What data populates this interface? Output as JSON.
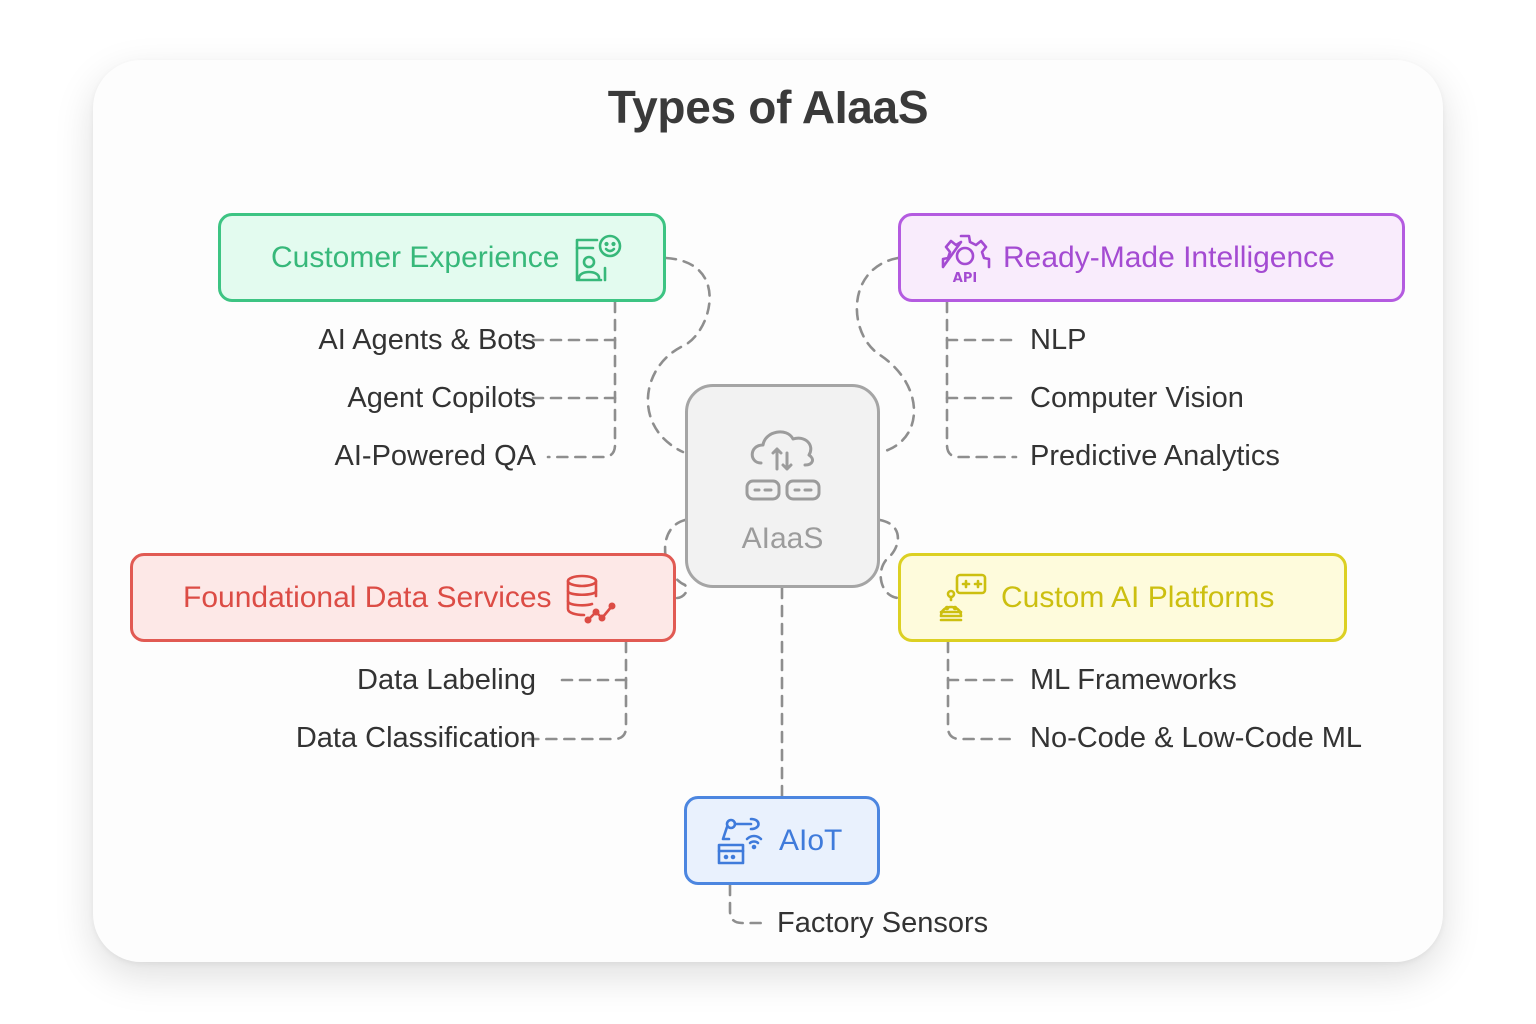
{
  "title": "Types of AIaaS",
  "hub": {
    "label": "AIaaS",
    "icon": "cloud-server-icon",
    "color": "#9c9c9c"
  },
  "categories": [
    {
      "id": "customer_experience",
      "label": "Customer Experience",
      "icon": "customer-support-icon",
      "color": "#37b87a",
      "items": [
        "AI Agents & Bots",
        "Agent Copilots",
        "AI-Powered QA"
      ]
    },
    {
      "id": "ready_made_intelligence",
      "label": "Ready-Made Intelligence",
      "icon": "api-gear-icon",
      "color": "#a44bd2",
      "items": [
        "NLP",
        "Computer Vision",
        "Predictive Analytics"
      ]
    },
    {
      "id": "foundational_data_services",
      "label": "Foundational Data Services",
      "icon": "database-chart-icon",
      "color": "#dc4c45",
      "items": [
        "Data Labeling",
        "Data Classification"
      ]
    },
    {
      "id": "custom_ai_platforms",
      "label": "Custom AI Platforms",
      "icon": "robot-gamepad-icon",
      "color": "#ccbf10",
      "items": [
        "ML Frameworks",
        "No-Code & Low-Code ML"
      ]
    },
    {
      "id": "aiot",
      "label": "AIoT",
      "icon": "robot-arm-wifi-icon",
      "color": "#3f7bdb",
      "items": [
        "Factory Sensors"
      ]
    }
  ]
}
